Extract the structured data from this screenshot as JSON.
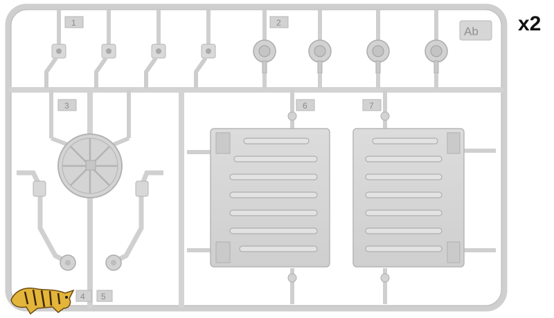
{
  "sprue": {
    "code": "Ab",
    "quantity_label": "x2",
    "part_numbers": [
      "1",
      "2",
      "3",
      "6",
      "7",
      "4",
      "5"
    ]
  },
  "colors": {
    "plastic": "#d6d6d6",
    "plastic_dark": "#b9b9b9",
    "plastic_light": "#e6e6e6",
    "background": "#ffffff",
    "logo_yellow": "#e3b53a"
  },
  "icons": {
    "logo": "tiger-logo-icon"
  }
}
